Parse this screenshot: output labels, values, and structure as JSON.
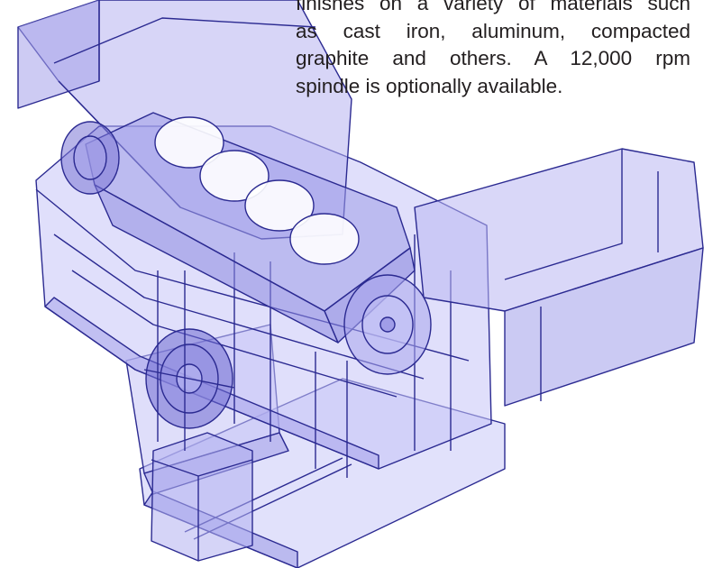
{
  "caption": {
    "lines": [
      "finishes on a variety of materials such",
      "as cast iron, aluminum, compacted",
      "graphite and others.  A 12,000 rpm",
      "spindle is optionally available."
    ]
  },
  "illustration": {
    "subject": "machine-illustration",
    "colors": {
      "fill": "#b8b6f2",
      "fill_dark": "#8e8ae0",
      "stroke": "#2a2890",
      "background": "#ffffff"
    }
  }
}
